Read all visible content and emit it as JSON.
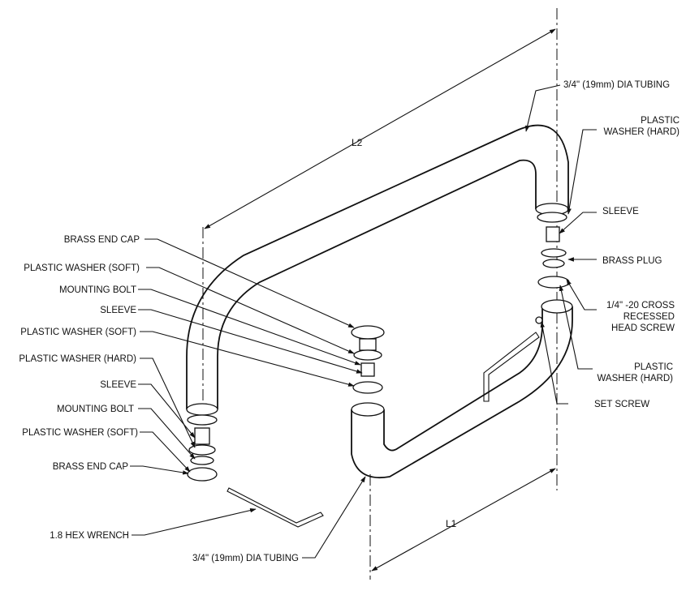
{
  "dimensions": {
    "l1": "L1",
    "l2": "L2"
  },
  "labels": {
    "tubing_top": "3/4\" (19mm) DIA  TUBING",
    "tubing_bottom": "3/4\" (19mm) DIA  TUBING",
    "right_washer_hard_top_1": "PLASTIC",
    "right_washer_hard_top_2": "WASHER (HARD)",
    "right_sleeve": "SLEEVE",
    "right_brass_plug": "BRASS PLUG",
    "cross_screw_1": "1/4\" -20  CROSS",
    "cross_screw_2": "RECESSED",
    "cross_screw_3": "HEAD SCREW",
    "right_washer_hard_bottom_1": "PLASTIC",
    "right_washer_hard_bottom_2": "WASHER (HARD)",
    "set_screw": "SET SCREW",
    "left_brass_end_cap_top": "BRASS END CAP",
    "left_washer_soft_1": "PLASTIC WASHER (SOFT)",
    "left_mounting_bolt_1": "MOUNTING BOLT",
    "left_sleeve_1": "SLEEVE",
    "left_washer_soft_2": "PLASTIC WASHER (SOFT)",
    "left_washer_hard": "PLASTIC WASHER (HARD)",
    "left_sleeve_2": "SLEEVE",
    "left_mounting_bolt_2": "MOUNTING BOLT",
    "left_washer_soft_3": "PLASTIC WASHER (SOFT)",
    "left_brass_end_cap_bottom": "BRASS END CAP",
    "hex_wrench": "1.8 HEX WRENCH"
  }
}
